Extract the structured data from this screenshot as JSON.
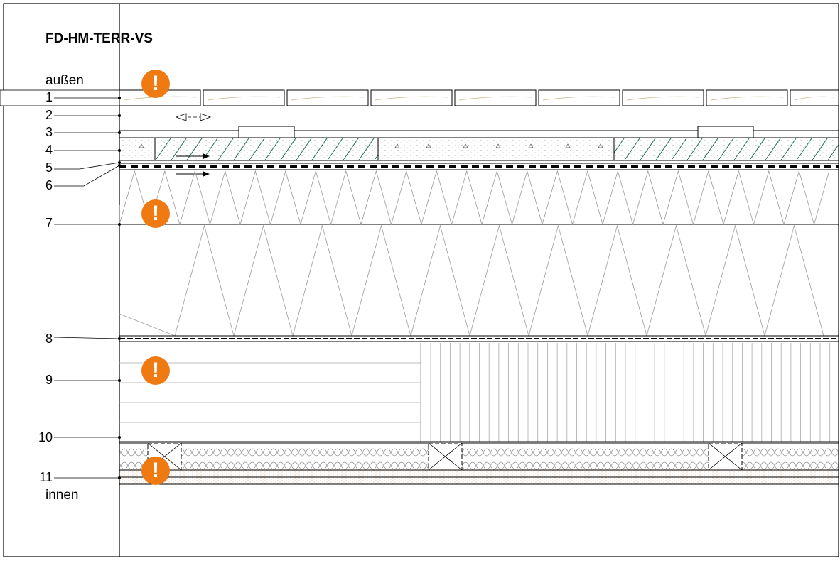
{
  "title": "FD-HM-TERR-VS",
  "labels": {
    "outside": "außen",
    "inside": "innen"
  },
  "layers": [
    "1",
    "2",
    "3",
    "4",
    "5",
    "6",
    "7",
    "8",
    "9",
    "10",
    "11"
  ],
  "warning_icon": {
    "glyph": "!",
    "color": "#f07a12"
  },
  "colors": {
    "line": "#000000",
    "hatch": "#1f6e4a",
    "insulation": "#9a9a9a",
    "wood": "#c8b48a"
  }
}
